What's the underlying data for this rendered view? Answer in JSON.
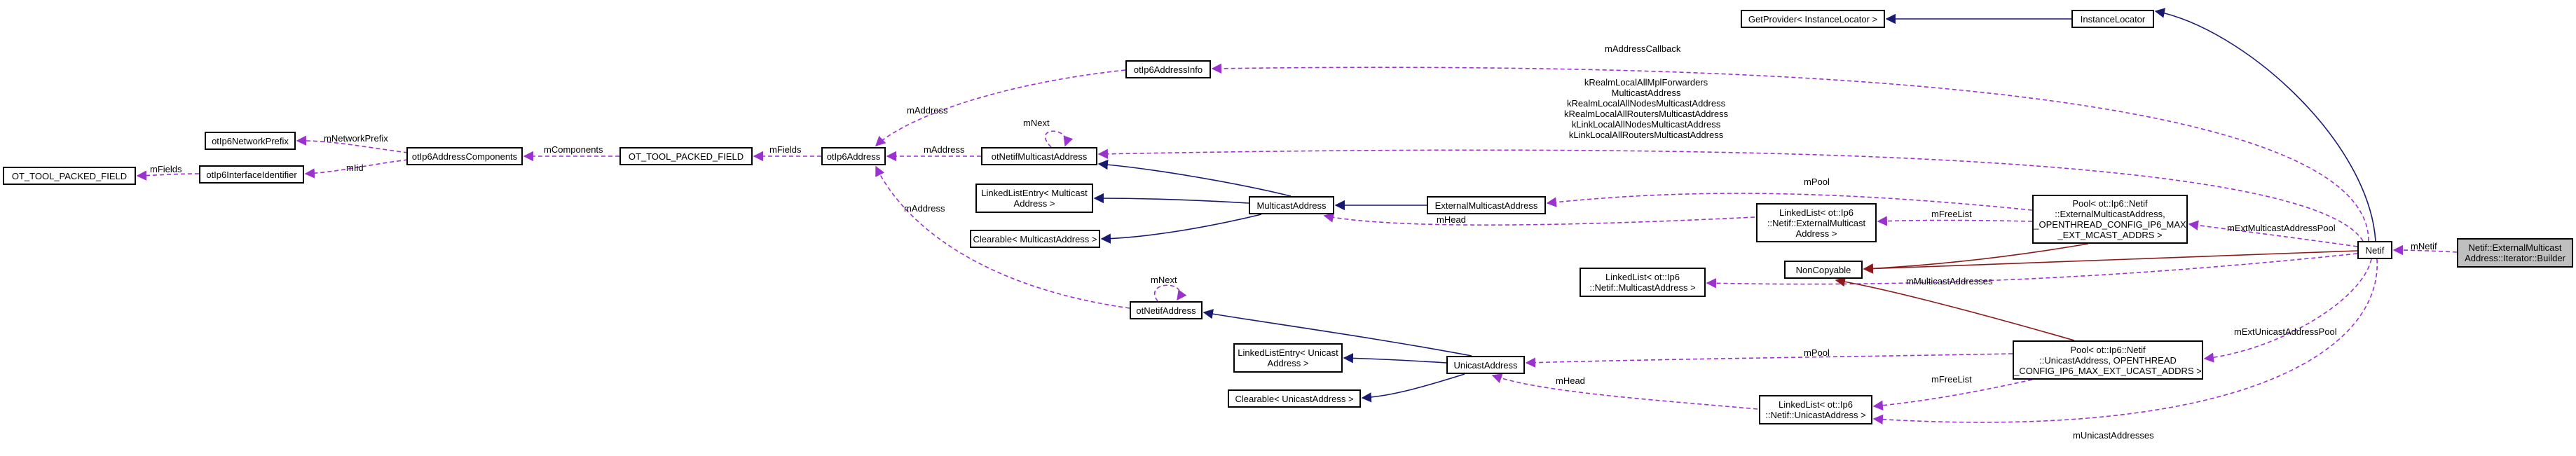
{
  "colors": {
    "inheritance": "#191970",
    "private_inheritance": "#8b1a1a",
    "usage": "#9a32cd",
    "focus_fill": "#bfbfbf"
  },
  "nodes": {
    "otToolPackedFieldLeft": {
      "lines": [
        "OT_TOOL_PACKED_FIELD"
      ]
    },
    "otIp6NetworkPrefix": {
      "lines": [
        "otIp6NetworkPrefix"
      ]
    },
    "otIp6InterfaceIdentifier": {
      "lines": [
        "otIp6InterfaceIdentifier"
      ]
    },
    "otIp6AddressComponents": {
      "lines": [
        "otIp6AddressComponents"
      ]
    },
    "otToolPackedFieldMid": {
      "lines": [
        "OT_TOOL_PACKED_FIELD"
      ]
    },
    "otIp6Address": {
      "lines": [
        "otIp6Address"
      ]
    },
    "otIp6AddressInfo": {
      "lines": [
        "otIp6AddressInfo"
      ]
    },
    "otNetifMulticastAddress": {
      "lines": [
        "otNetifMulticastAddress"
      ]
    },
    "linkedListEntryMulticast": {
      "lines": [
        "LinkedListEntry< Multicast",
        "Address >"
      ]
    },
    "clearableMulticast": {
      "lines": [
        "Clearable< MulticastAddress >"
      ]
    },
    "multicastAddress": {
      "lines": [
        "MulticastAddress"
      ]
    },
    "externalMulticastAddress": {
      "lines": [
        "ExternalMulticastAddress"
      ]
    },
    "linkedListExternalMulticast": {
      "lines": [
        "LinkedList< ot::Ip6",
        "::Netif::ExternalMulticast",
        "Address >"
      ]
    },
    "linkedListMulticast": {
      "lines": [
        "LinkedList< ot::Ip6",
        "::Netif::MulticastAddress >"
      ]
    },
    "otNetifAddress": {
      "lines": [
        "otNetifAddress"
      ]
    },
    "linkedListEntryUnicast": {
      "lines": [
        "LinkedListEntry< Unicast",
        "Address >"
      ]
    },
    "clearableUnicast": {
      "lines": [
        "Clearable< UnicastAddress >"
      ]
    },
    "unicastAddress": {
      "lines": [
        "UnicastAddress"
      ]
    },
    "linkedListUnicast": {
      "lines": [
        "LinkedList< ot::Ip6",
        "::Netif::UnicastAddress >"
      ]
    },
    "getProvider": {
      "lines": [
        "GetProvider< InstanceLocator >"
      ]
    },
    "instanceLocator": {
      "lines": [
        "InstanceLocator"
      ]
    },
    "nonCopyable": {
      "lines": [
        "NonCopyable"
      ]
    },
    "poolExternalMulticast": {
      "lines": [
        "Pool< ot::Ip6::Netif",
        "::ExternalMulticastAddress,",
        "_OPENTHREAD_CONFIG_IP6_MAX",
        "_EXT_MCAST_ADDRS >"
      ]
    },
    "poolUnicast": {
      "lines": [
        "Pool< ot::Ip6::Netif",
        "::UnicastAddress, OPENTHREAD",
        "_CONFIG_IP6_MAX_EXT_UCAST_ADDRS >"
      ]
    },
    "netif": {
      "lines": [
        "Netif"
      ]
    },
    "iterator": {
      "lines": [
        "Netif::ExternalMulticast",
        "Address::Iterator::Builder"
      ]
    }
  },
  "edge_labels": {
    "mFieldsLeft": {
      "lines": [
        "mFields"
      ]
    },
    "mNetworkPrefix": {
      "lines": [
        "mNetworkPrefix"
      ]
    },
    "mIid": {
      "lines": [
        "mIid"
      ]
    },
    "mComponents": {
      "lines": [
        "mComponents"
      ]
    },
    "mFieldsMid": {
      "lines": [
        "mFields"
      ]
    },
    "mAddressInfo": {
      "lines": [
        "mAddress"
      ]
    },
    "mAddressMcast": {
      "lines": [
        "mAddress"
      ]
    },
    "mAddressNetif": {
      "lines": [
        "mAddress"
      ]
    },
    "mNextMcast": {
      "lines": [
        "mNext"
      ]
    },
    "mNextNetif": {
      "lines": [
        "mNext"
      ]
    },
    "mAddressCallback": {
      "lines": [
        "mAddressCallback"
      ]
    },
    "staticMcast": {
      "lines": [
        "kRealmLocalAllMplForwarders",
        "MulticastAddress",
        "kRealmLocalAllNodesMulticastAddress",
        "kRealmLocalAllRoutersMulticastAddress",
        "kLinkLocalAllNodesMulticastAddress",
        "kLinkLocalAllRoutersMulticastAddress"
      ]
    },
    "mPoolMcast": {
      "lines": [
        "mPool"
      ]
    },
    "mHeadMcast": {
      "lines": [
        "mHead"
      ]
    },
    "mFreeListMcast": {
      "lines": [
        "mFreeList"
      ]
    },
    "mExtMulticastAddressPool": {
      "lines": [
        "mExtMulticastAddressPool"
      ]
    },
    "mMulticastAddresses": {
      "lines": [
        "mMulticastAddresses"
      ]
    },
    "mPoolUcast": {
      "lines": [
        "mPool"
      ]
    },
    "mHeadUcast": {
      "lines": [
        "mHead"
      ]
    },
    "mFreeListUcast": {
      "lines": [
        "mFreeList"
      ]
    },
    "mExtUnicastAddressPool": {
      "lines": [
        "mExtUnicastAddressPool"
      ]
    },
    "mUnicastAddresses": {
      "lines": [
        "mUnicastAddresses"
      ]
    },
    "mNetif": {
      "lines": [
        "mNetif"
      ]
    }
  }
}
